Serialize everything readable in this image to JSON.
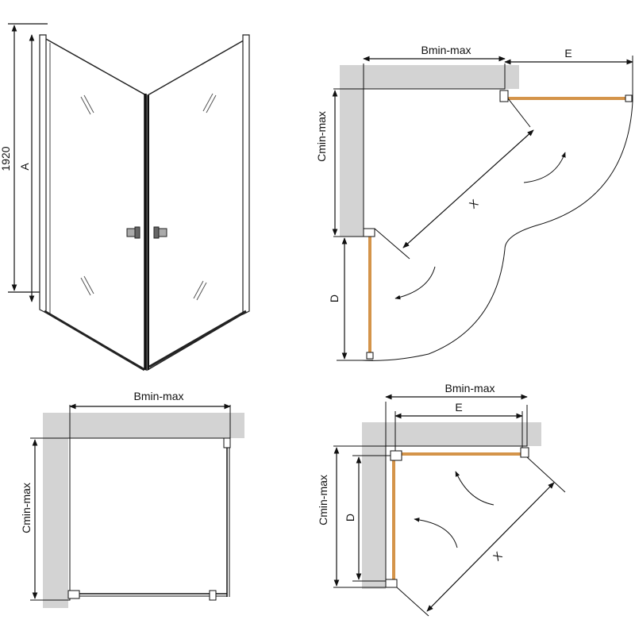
{
  "colors": {
    "wall": "#d3d3d3",
    "glass_line": "#d4944a",
    "line": "#111111",
    "background": "#ffffff"
  },
  "panel_3d": {
    "height_value": "1920",
    "height_label": "A"
  },
  "top_right": {
    "width_label": "Bmin-max",
    "e_label": "E",
    "c_label": "Cmin-max",
    "d_label": "D",
    "x_label": "X"
  },
  "bottom_left": {
    "width_label": "Bmin-max",
    "c_label": "Cmin-max"
  },
  "bottom_right": {
    "width_label": "Bmin-max",
    "e_label": "E",
    "c_label": "Cmin-max",
    "d_label": "D",
    "x_label": "X"
  }
}
